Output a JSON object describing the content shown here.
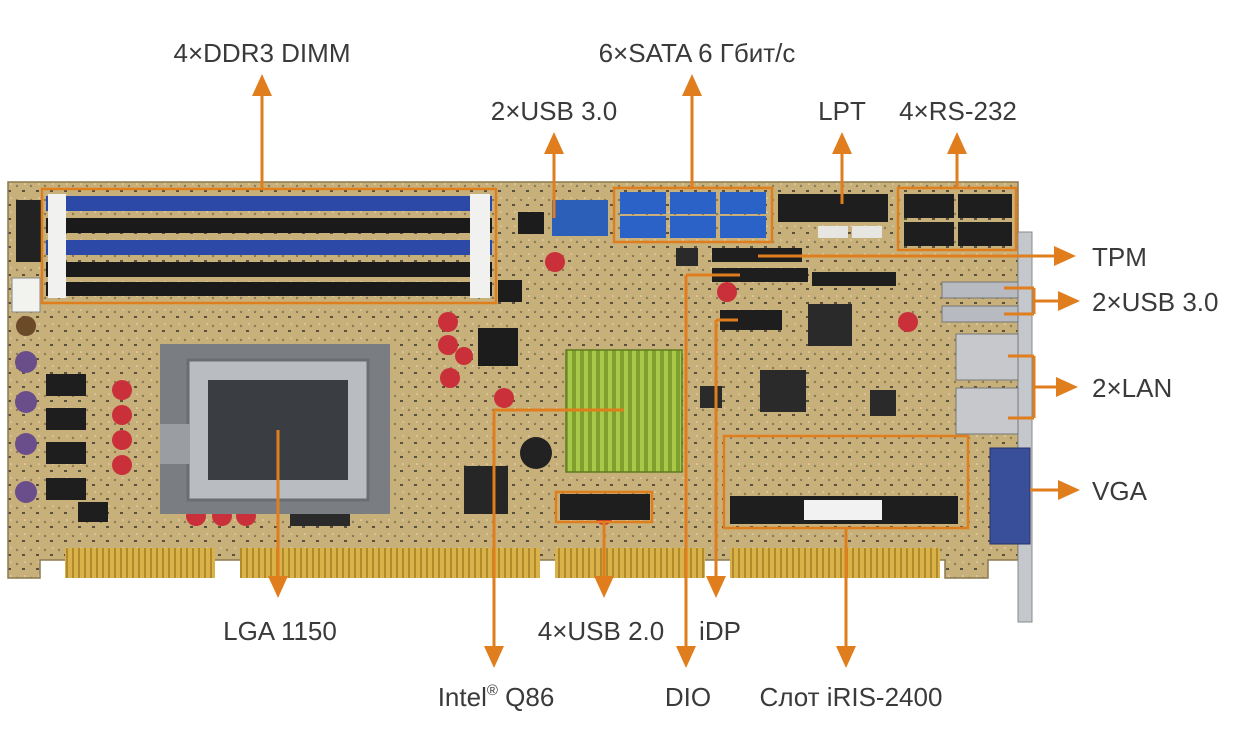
{
  "labels": {
    "dimm": "4×DDR3 DIMM",
    "sata": "6×SATA 6 Гбит/с",
    "usb30_top": "2×USB 3.0",
    "lpt": "LPT",
    "rs232": "4×RS-232",
    "tpm": "TPM",
    "usb30_right": "2×USB 3.0",
    "lan": "2×LAN",
    "vga": "VGA",
    "lga": "LGA 1150",
    "usb20": "4×USB 2.0",
    "idp": "iDP",
    "intel": "Intel",
    "intel_reg": "®",
    "intel_model": " Q86",
    "dio": "DIO",
    "iris": "Слот iRIS-2400"
  },
  "colors": {
    "accent": "#e07e1e",
    "text": "#3a3a3a",
    "pcb": "#c9b27a",
    "dimm_blue": "#2d49a8",
    "dimm_black": "#1a1a1a",
    "sata_blue": "#2a62c8",
    "heatsink": "#8fb03a",
    "socket": "#b9bcc0"
  }
}
